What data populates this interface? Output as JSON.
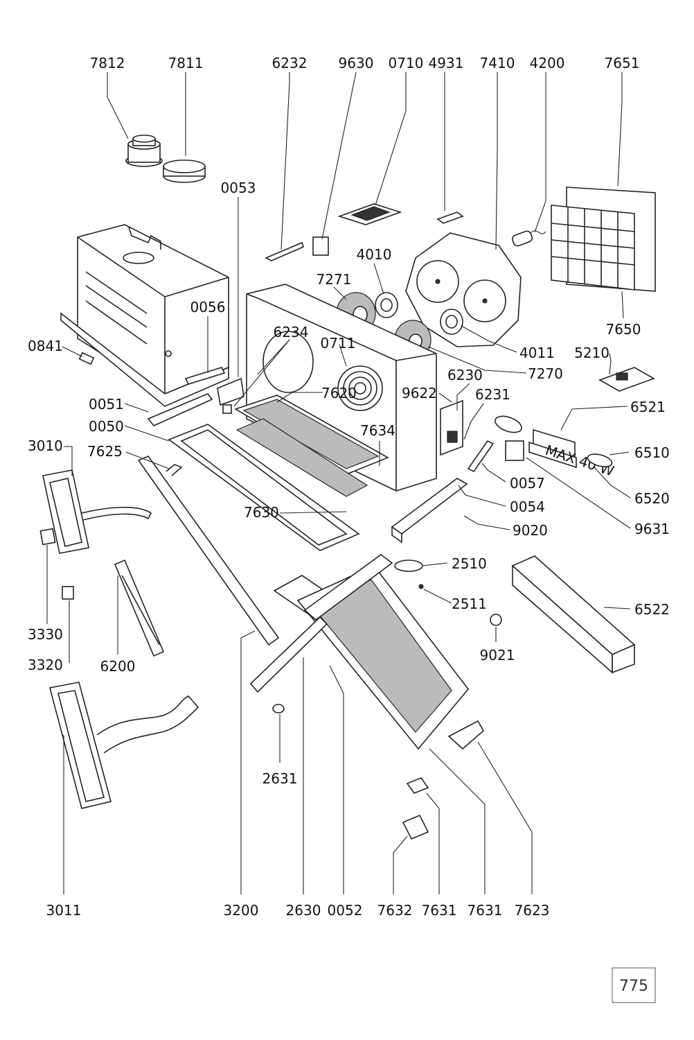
{
  "labels": {
    "p7812": "7812",
    "p7811": "7811",
    "p6232": "6232",
    "p9630": "9630",
    "p0710": "0710",
    "p4931": "4931",
    "p7410": "7410",
    "p4200": "4200",
    "p7651": "7651",
    "p0053": "0053",
    "p4010": "4010",
    "p7271": "7271",
    "p0056": "0056",
    "p6234": "6234",
    "p0711": "0711",
    "p4011": "4011",
    "p7650": "7650",
    "p7270": "7270",
    "p5210": "5210",
    "p0841": "0841",
    "p9622": "9622",
    "p6230": "6230",
    "p7620": "7620",
    "p6231": "6231",
    "p0051": "0051",
    "p6521": "6521",
    "p0050": "0050",
    "p3010": "3010",
    "p7634": "7634",
    "p7625": "7625",
    "p6510": "6510",
    "p0057": "0057",
    "p0054": "0054",
    "p6520": "6520",
    "p7630": "7630",
    "p9631": "9631",
    "p9020": "9020",
    "p2510": "2510",
    "p2511": "2511",
    "p6522": "6522",
    "p3330": "3330",
    "p9021": "9021",
    "p3320": "3320",
    "p6200": "6200",
    "p2631": "2631",
    "p3011": "3011",
    "p3200": "3200",
    "p2630": "2630",
    "p0052": "0052",
    "p7632": "7632",
    "p7631a": "7631",
    "p7631b": "7631",
    "p7623": "7623"
  },
  "lamp_rating": "MAX 40 W",
  "page_number": "775"
}
